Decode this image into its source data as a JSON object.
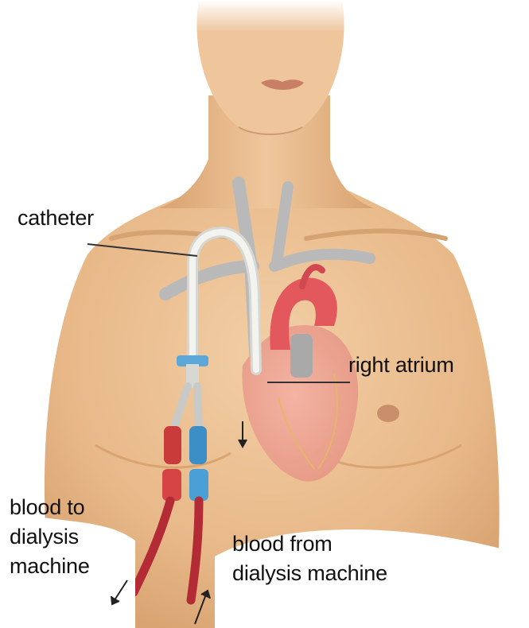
{
  "labels": {
    "catheter": "catheter",
    "right_atrium": "right atrium",
    "blood_to": [
      "blood to",
      "dialysis",
      "machine"
    ],
    "blood_from": [
      "blood from",
      "dialysis machine"
    ]
  },
  "colors": {
    "skin": "#ecc296",
    "skin_shadow": "#d9a472",
    "heart": "#e2585c",
    "heart_light": "#ef9a8a",
    "vein": "#b9b9b9",
    "catheter_tube": "#eeeeea",
    "tube_red": "#c0303a",
    "connector_blue": "#4aa0d6",
    "leader_line": "#333333",
    "text": "#111111",
    "background": "#ffffff"
  }
}
